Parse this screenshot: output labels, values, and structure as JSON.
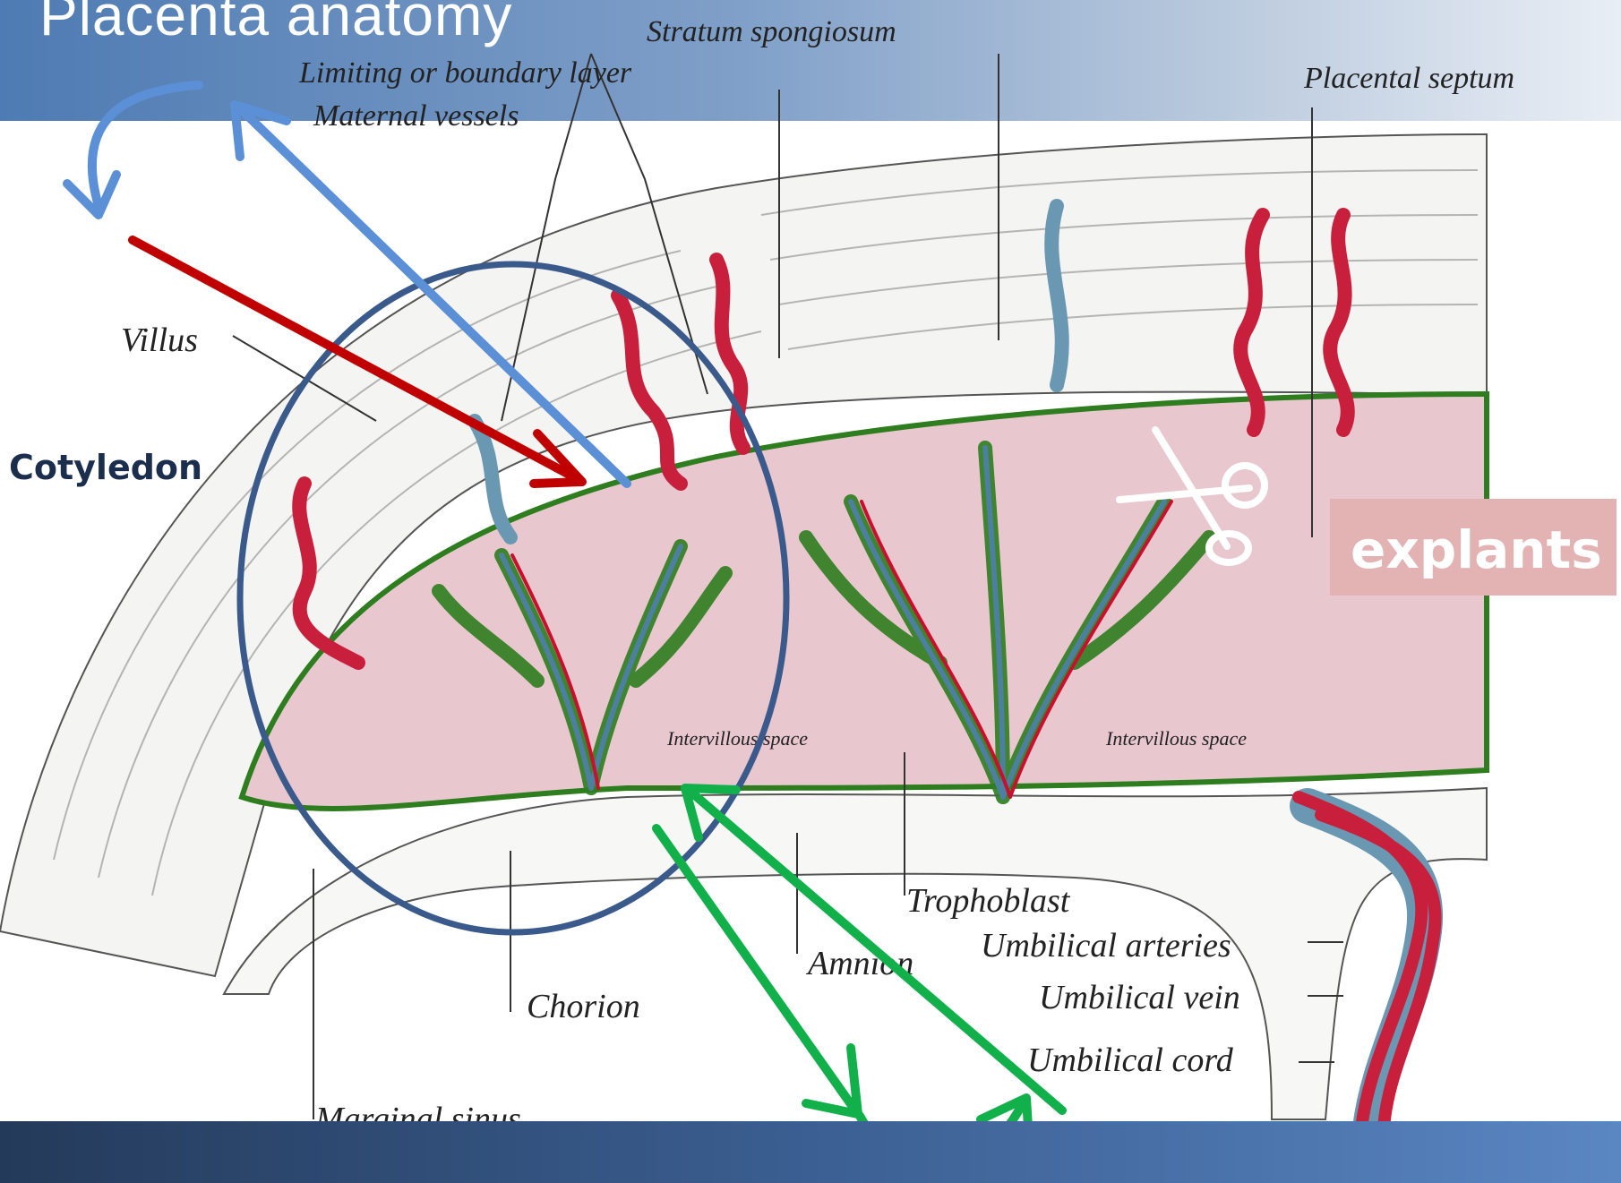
{
  "slide": {
    "title": "Placenta anatomy",
    "side_label": "Cotyledon",
    "highlight_label": "explants"
  },
  "diagram_labels": {
    "stratum": "Stratum spongiosum",
    "limiting": "Limiting or boundary layer",
    "maternal_vessels": "Maternal vessels",
    "septum": "Placental septum",
    "villus": "Villus",
    "intervillous_1": "Intervillous space",
    "intervillous_2": "Intervillous space",
    "trophoblast": "Trophoblast",
    "umbilical_arteries": "Umbilical arteries",
    "umbilical_vein": "Umbilical vein",
    "umbilical_cord": "Umbilical cord",
    "amnion": "Amnion",
    "chorion": "Chorion",
    "marginal_sinus": "Marginal sinus"
  },
  "icons": {
    "scissors": "scissors-icon"
  },
  "colors": {
    "header": "#5a7fb0",
    "footer": "#2f4a74",
    "red_arrow": "#c00000",
    "blue_arrow": "#5b8fd6",
    "green_arrow": "#12b04a",
    "cotyledon_circle": "#3b5a8c",
    "explants_box": "#e3b2b2"
  }
}
